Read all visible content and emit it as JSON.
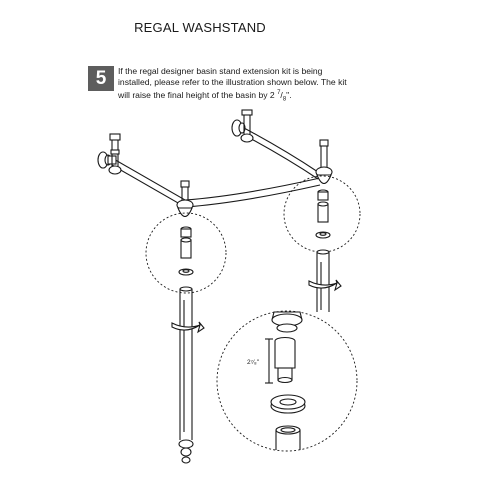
{
  "document": {
    "title": "REGAL WASHSTAND",
    "step": {
      "number": "5",
      "text_line1": "If the regal designer basin stand extension kit is being",
      "text_line2": "installed, please refer to the illustration shown below. The kit",
      "text_line3_prefix": "will raise the final height of the basin by 2 ",
      "fraction_num": "7",
      "fraction_den": "8",
      "text_line3_suffix": "\"."
    },
    "illustration": {
      "dimension_label": "2⁷⁄₈\""
    }
  }
}
